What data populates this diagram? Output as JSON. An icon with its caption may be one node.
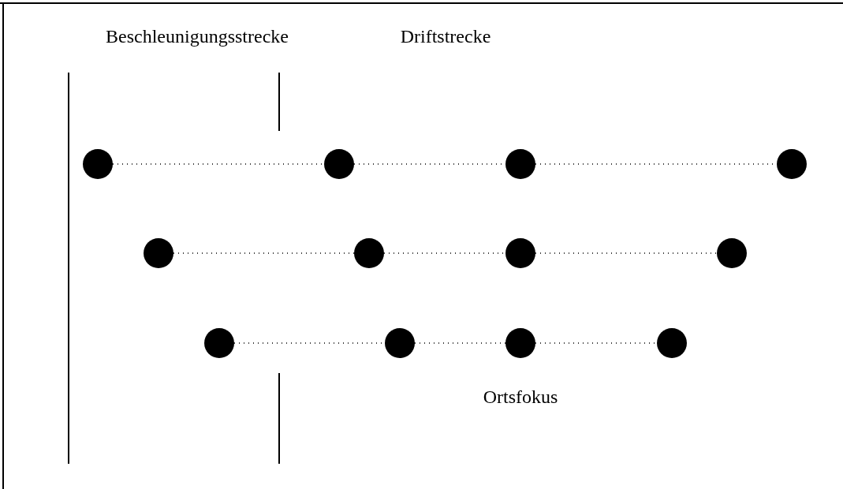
{
  "diagram": {
    "nodes": [
      {
        "text": [],
        "shape": "circle"
      },
      {
        "text": [],
        "shape": "circle"
      },
      {
        "text": [],
        "shape": "circle"
      },
      {
        "text": [],
        "shape": "circle"
      },
      {
        "text": [],
        "shape": "circle"
      },
      {
        "text": [],
        "shape": "circle"
      },
      {
        "text": [],
        "shape": "circle"
      },
      {
        "text": [],
        "shape": "circle"
      },
      {
        "text": [],
        "shape": "circle"
      },
      {
        "text": [],
        "shape": "circle"
      },
      {
        "text": [],
        "shape": "circle"
      },
      {
        "text": [],
        "shape": "circle"
      }
    ],
    "edges": [
      {
        "from": 0,
        "to": 1,
        "arrow": "none",
        "style": "dashed"
      },
      {
        "from": 1,
        "to": 2,
        "arrow": "none",
        "style": "dashed"
      },
      {
        "from": 2,
        "to": 3,
        "arrow": "none",
        "style": "dashed"
      },
      {
        "from": 4,
        "to": 5,
        "arrow": "none",
        "style": "dashed"
      },
      {
        "from": 5,
        "to": 6,
        "arrow": "none",
        "style": "dashed"
      },
      {
        "from": 6,
        "to": 7,
        "arrow": "none",
        "style": "dashed"
      },
      {
        "from": 8,
        "to": 9,
        "arrow": "none",
        "style": "dashed"
      },
      {
        "from": 9,
        "to": 10,
        "arrow": "none",
        "style": "dashed"
      },
      {
        "from": 10,
        "to": 11,
        "arrow": "none",
        "style": "dashed"
      }
    ],
    "labels": [
      "Beschleunigungsstrecke",
      "Driftstrecke",
      "Ortsfokus"
    ]
  }
}
